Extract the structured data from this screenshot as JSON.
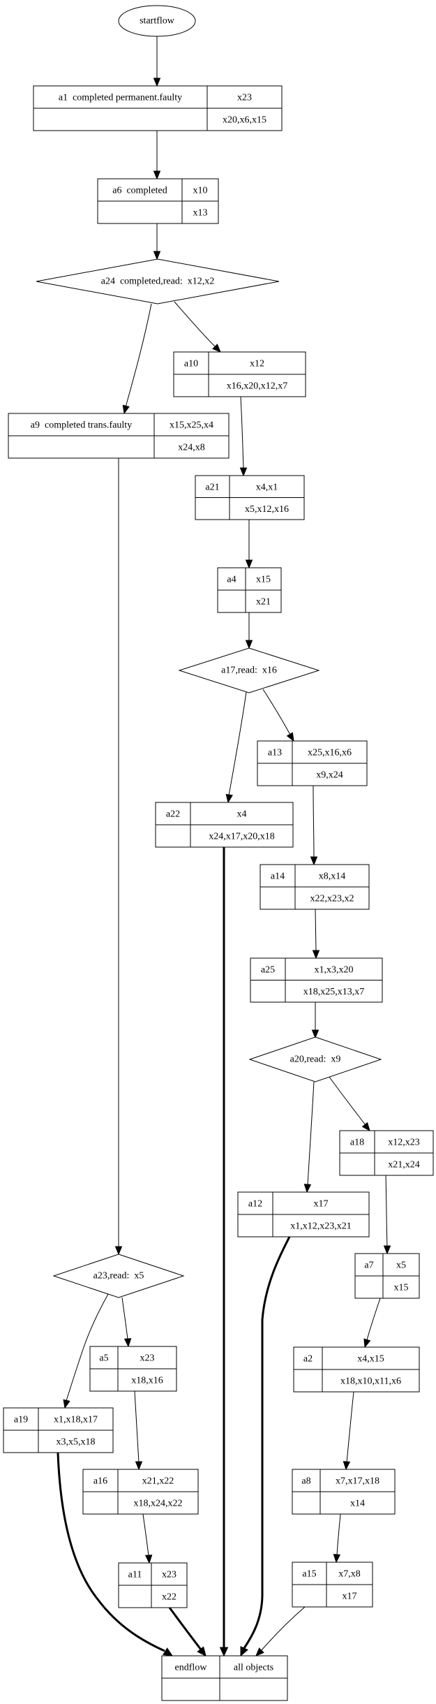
{
  "diagram": {
    "type": "flowchart",
    "colors": {
      "stroke": "#000000",
      "background": "#ffffff",
      "text": "#000000"
    },
    "nodes": [
      {
        "id": "startflow",
        "shape": "ellipse",
        "label": "startflow"
      },
      {
        "id": "a1",
        "shape": "record",
        "cells": [
          "a1  completed permanent.faulty",
          "x23",
          "",
          "x20,x6,x15"
        ]
      },
      {
        "id": "a6",
        "shape": "record",
        "cells": [
          "a6  completed",
          "x10",
          "",
          "x13"
        ]
      },
      {
        "id": "a24",
        "shape": "diamond",
        "label": "a24  completed,read:  x12,x2"
      },
      {
        "id": "a10",
        "shape": "record",
        "cells": [
          "a10",
          "x12",
          "",
          "x16,x20,x12,x7"
        ]
      },
      {
        "id": "a9",
        "shape": "record",
        "cells": [
          "a9  completed trans.faulty",
          "x15,x25,x4",
          "",
          "x24,x8"
        ]
      },
      {
        "id": "a21",
        "shape": "record",
        "cells": [
          "a21",
          "x4,x1",
          "",
          "x5,x12,x16"
        ]
      },
      {
        "id": "a4",
        "shape": "record",
        "cells": [
          "a4",
          "x15",
          "",
          "x21"
        ]
      },
      {
        "id": "a17",
        "shape": "diamond",
        "label": "a17,read:  x16"
      },
      {
        "id": "a13",
        "shape": "record",
        "cells": [
          "a13",
          "x25,x16,x6",
          "",
          "x9,x24"
        ]
      },
      {
        "id": "a22",
        "shape": "record",
        "cells": [
          "a22",
          "x4",
          "",
          "x24,x17,x20,x18"
        ]
      },
      {
        "id": "a14",
        "shape": "record",
        "cells": [
          "a14",
          "x8,x14",
          "",
          "x22,x23,x2"
        ]
      },
      {
        "id": "a25",
        "shape": "record",
        "cells": [
          "a25",
          "x1,x3,x20",
          "",
          "x18,x25,x13,x7"
        ]
      },
      {
        "id": "a20",
        "shape": "diamond",
        "label": "a20,read:  x9"
      },
      {
        "id": "a18",
        "shape": "record",
        "cells": [
          "a18",
          "x12,x23",
          "",
          "x21,x24"
        ]
      },
      {
        "id": "a12",
        "shape": "record",
        "cells": [
          "a12",
          "x17",
          "",
          "x1,x12,x23,x21"
        ]
      },
      {
        "id": "a7",
        "shape": "record",
        "cells": [
          "a7",
          "x5",
          "",
          "x15"
        ]
      },
      {
        "id": "a23",
        "shape": "diamond",
        "label": "a23,read:  x5"
      },
      {
        "id": "a5",
        "shape": "record",
        "cells": [
          "a5",
          "x23",
          "",
          "x18,x16"
        ]
      },
      {
        "id": "a2",
        "shape": "record",
        "cells": [
          "a2",
          "x4,x15",
          "",
          "x18,x10,x11,x6"
        ]
      },
      {
        "id": "a19",
        "shape": "record",
        "cells": [
          "a19",
          "x1,x18,x17",
          "",
          "x3,x5,x18"
        ]
      },
      {
        "id": "a16",
        "shape": "record",
        "cells": [
          "a16",
          "x21,x22",
          "",
          "x18,x24,x22"
        ]
      },
      {
        "id": "a8",
        "shape": "record",
        "cells": [
          "a8",
          "x7,x17,x18",
          "",
          "x14"
        ]
      },
      {
        "id": "a11",
        "shape": "record",
        "cells": [
          "a11",
          "x23",
          "",
          "x22"
        ]
      },
      {
        "id": "a15",
        "shape": "record",
        "cells": [
          "a15",
          "x7,x8",
          "",
          "x17"
        ]
      },
      {
        "id": "endflow",
        "shape": "record",
        "cells": [
          "endflow",
          "all objects",
          "",
          ""
        ]
      }
    ],
    "edges": [
      {
        "from": "startflow",
        "to": "a1",
        "thick": false
      },
      {
        "from": "a1",
        "to": "a6",
        "thick": false
      },
      {
        "from": "a6",
        "to": "a24",
        "thick": false
      },
      {
        "from": "a24",
        "to": "a10",
        "thick": false
      },
      {
        "from": "a24",
        "to": "a9",
        "thick": false
      },
      {
        "from": "a10",
        "to": "a21",
        "thick": false
      },
      {
        "from": "a21",
        "to": "a4",
        "thick": false
      },
      {
        "from": "a4",
        "to": "a17",
        "thick": false
      },
      {
        "from": "a17",
        "to": "a13",
        "thick": false
      },
      {
        "from": "a17",
        "to": "a22",
        "thick": false
      },
      {
        "from": "a13",
        "to": "a14",
        "thick": false
      },
      {
        "from": "a14",
        "to": "a25",
        "thick": false
      },
      {
        "from": "a25",
        "to": "a20",
        "thick": false
      },
      {
        "from": "a20",
        "to": "a18",
        "thick": false
      },
      {
        "from": "a20",
        "to": "a12",
        "thick": false
      },
      {
        "from": "a18",
        "to": "a7",
        "thick": false
      },
      {
        "from": "a9",
        "to": "a23",
        "thick": false
      },
      {
        "from": "a23",
        "to": "a5",
        "thick": false
      },
      {
        "from": "a23",
        "to": "a19",
        "thick": false
      },
      {
        "from": "a5",
        "to": "a16",
        "thick": false
      },
      {
        "from": "a16",
        "to": "a11",
        "thick": false
      },
      {
        "from": "a7",
        "to": "a2",
        "thick": false
      },
      {
        "from": "a2",
        "to": "a8",
        "thick": false
      },
      {
        "from": "a8",
        "to": "a15",
        "thick": false
      },
      {
        "from": "a19",
        "to": "endflow",
        "thick": true
      },
      {
        "from": "a11",
        "to": "endflow",
        "thick": true
      },
      {
        "from": "a22",
        "to": "endflow",
        "thick": true
      },
      {
        "from": "a12",
        "to": "endflow",
        "thick": true
      },
      {
        "from": "a15",
        "to": "endflow",
        "thick": false
      }
    ]
  }
}
